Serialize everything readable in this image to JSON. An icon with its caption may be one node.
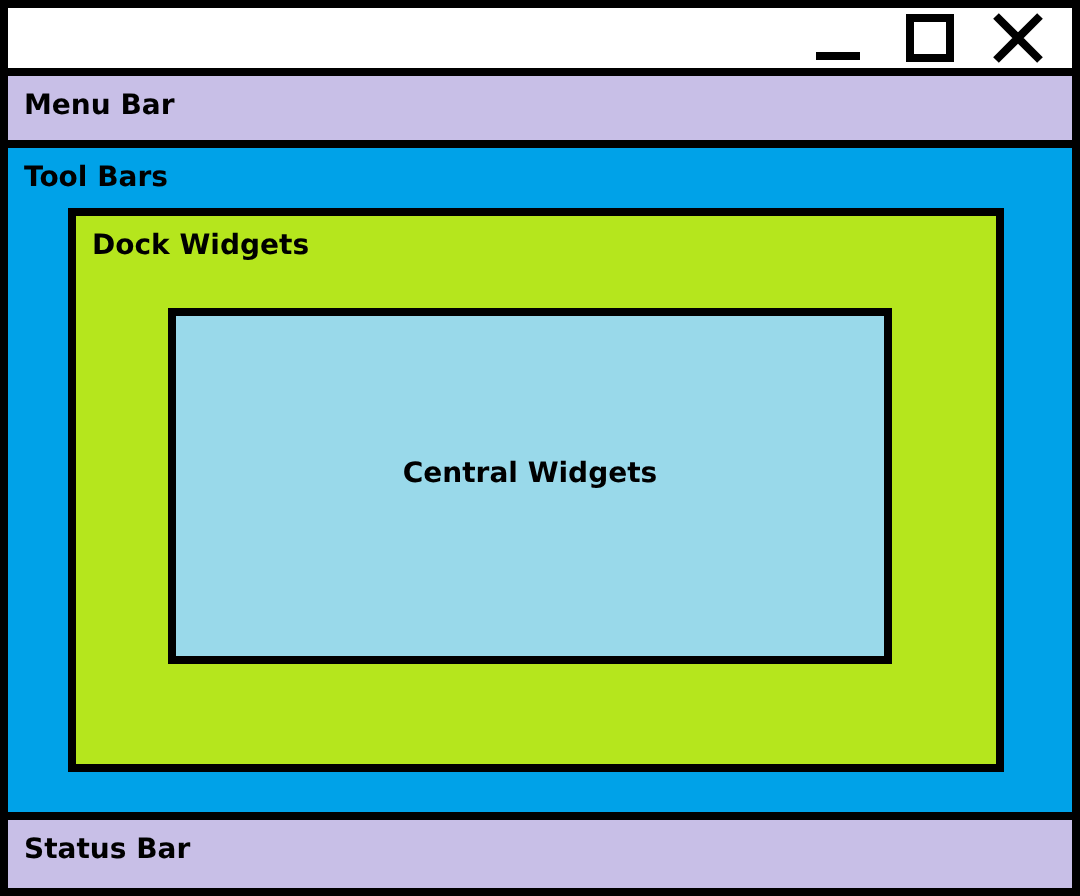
{
  "diagram": {
    "nodes": [
      {
        "text": [],
        "shape": "box"
      },
      {
        "text": [
          "Menu Bar"
        ],
        "in": 0
      },
      {
        "text": [
          "Tool Bars"
        ],
        "in": 0
      },
      {
        "text": [
          "Dock Widgets"
        ],
        "in": 2
      },
      {
        "text": [
          "Central Widgets"
        ],
        "in": 3
      },
      {
        "text": [
          "Status Bar"
        ],
        "in": 0
      }
    ]
  }
}
